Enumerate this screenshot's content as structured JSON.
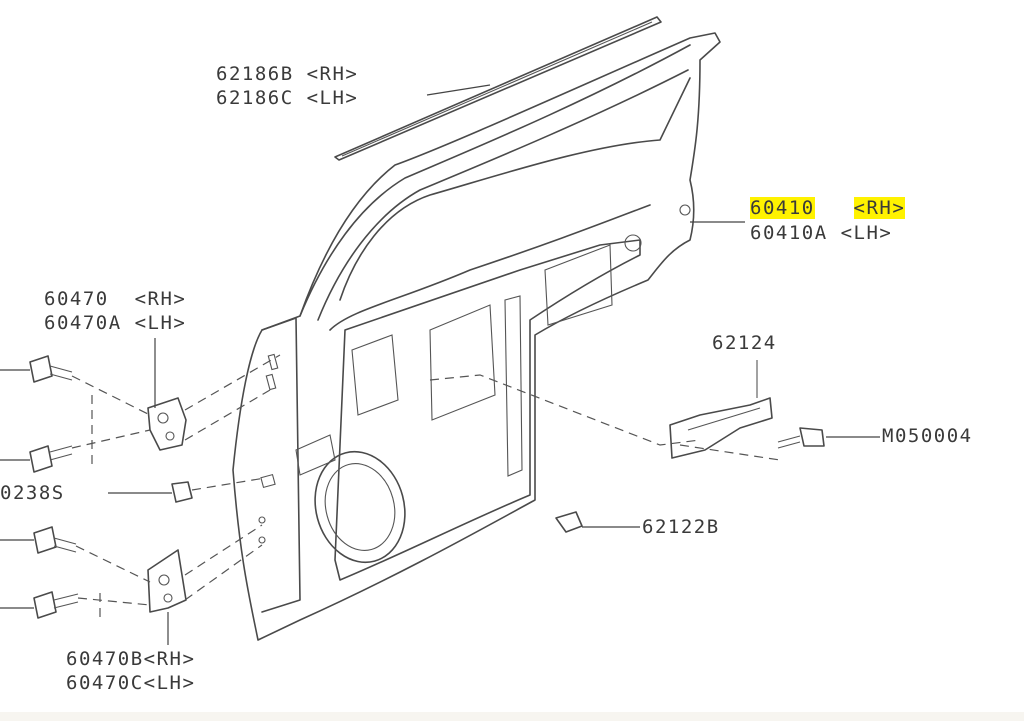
{
  "labels": {
    "window_run_rh": "62186B <RH>",
    "window_run_lh": "62186C <LH>",
    "door_panel_rh_part": "60410",
    "door_panel_rh_side": "<RH>",
    "door_panel_lh": "60410A <LH>",
    "upper_hinge_rh": "60470  <RH>",
    "upper_hinge_lh": "60470A <LH>",
    "door_check": "62124",
    "door_check_bolt": "M050004",
    "nut": "0238S",
    "check_nut": "62122B",
    "lower_hinge_rh": "60470B<RH>",
    "lower_hinge_lh": "60470C<LH>"
  },
  "highlight_color": "#fff200"
}
